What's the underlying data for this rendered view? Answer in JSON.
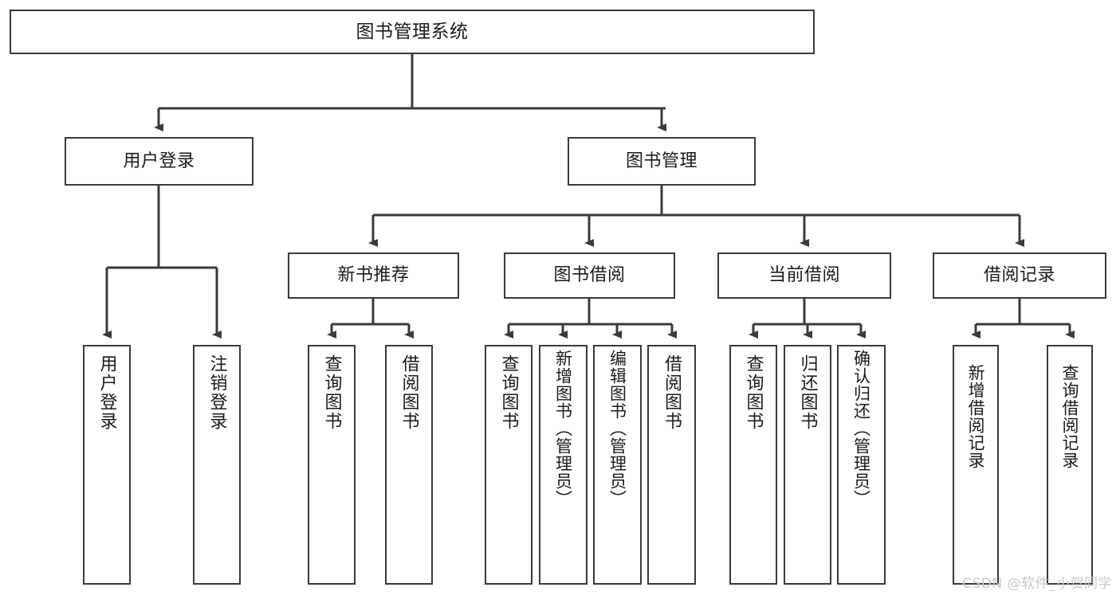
{
  "diagram": {
    "title": "图书管理系统",
    "watermark": "CSDN @软件_小贺同学",
    "colors": {
      "stroke": "#3a3a3a",
      "box_fill": "#ffffff",
      "text": "#1b1b1b",
      "background": "#ffffff",
      "watermark": "#c9c9c9"
    },
    "root": {
      "label": "图书管理系统"
    },
    "tier2": [
      {
        "label": "用户登录"
      },
      {
        "label": "图书管理"
      }
    ],
    "tier3": [
      {
        "label": "新书推荐"
      },
      {
        "label": "图书借阅"
      },
      {
        "label": "当前借阅"
      },
      {
        "label": "借阅记录"
      }
    ],
    "leaves": {
      "user_login": [
        {
          "label": "用户登录"
        },
        {
          "label": "注销登录"
        }
      ],
      "new_book_recommend": [
        {
          "label": "查询图书"
        },
        {
          "label": "借阅图书"
        }
      ],
      "book_borrow": [
        {
          "label": "查询图书"
        },
        {
          "label": "新增图书（管理员）"
        },
        {
          "label": "编辑图书（管理员）"
        },
        {
          "label": "借阅图书"
        }
      ],
      "current_borrow": [
        {
          "label": "查询图书"
        },
        {
          "label": "归还图书"
        },
        {
          "label": "确认归还（管理员）"
        }
      ],
      "borrow_record": [
        {
          "label": "新增借阅记录"
        },
        {
          "label": "查询借阅记录"
        }
      ]
    }
  }
}
